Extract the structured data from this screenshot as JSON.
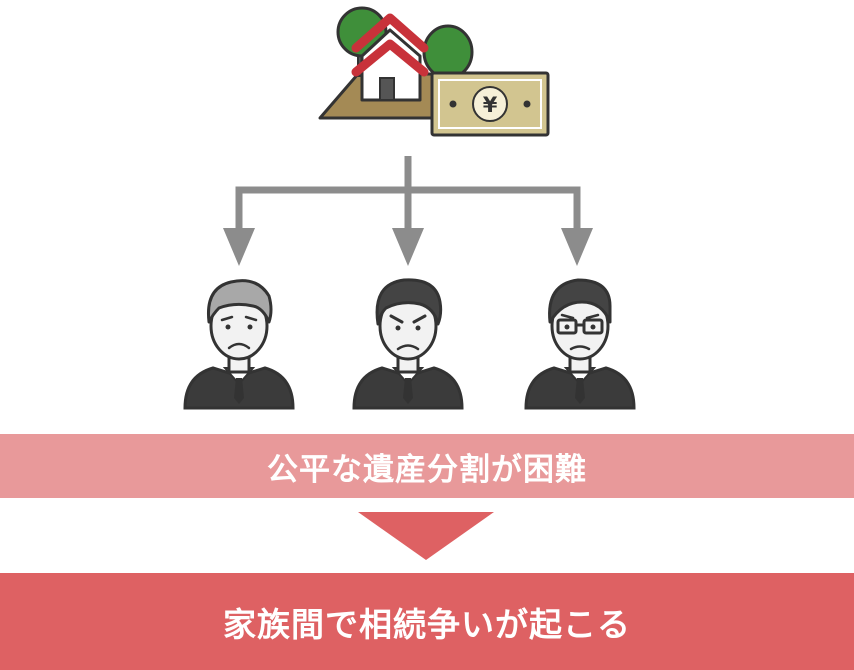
{
  "assets": {
    "currency_symbol": "¥"
  },
  "heirs": [
    {
      "name": "heir-older",
      "expression": "worried",
      "hair": "gray"
    },
    {
      "name": "heir-middle",
      "expression": "angry",
      "hair": "dark"
    },
    {
      "name": "heir-glasses",
      "expression": "stern",
      "hair": "dark"
    }
  ],
  "banner_difficulty": "公平な遺産分割が困難",
  "banner_result": "家族間で相続争いが起こる",
  "colors": {
    "arrow": "#8c8c8c",
    "band_light": "#e8999a",
    "band_dark": "#de6163",
    "triangle": "#de6163",
    "roof": "#c8323a",
    "tree": "#3f8f3a",
    "money": "#d2c590",
    "suit": "#3b3b3b"
  }
}
